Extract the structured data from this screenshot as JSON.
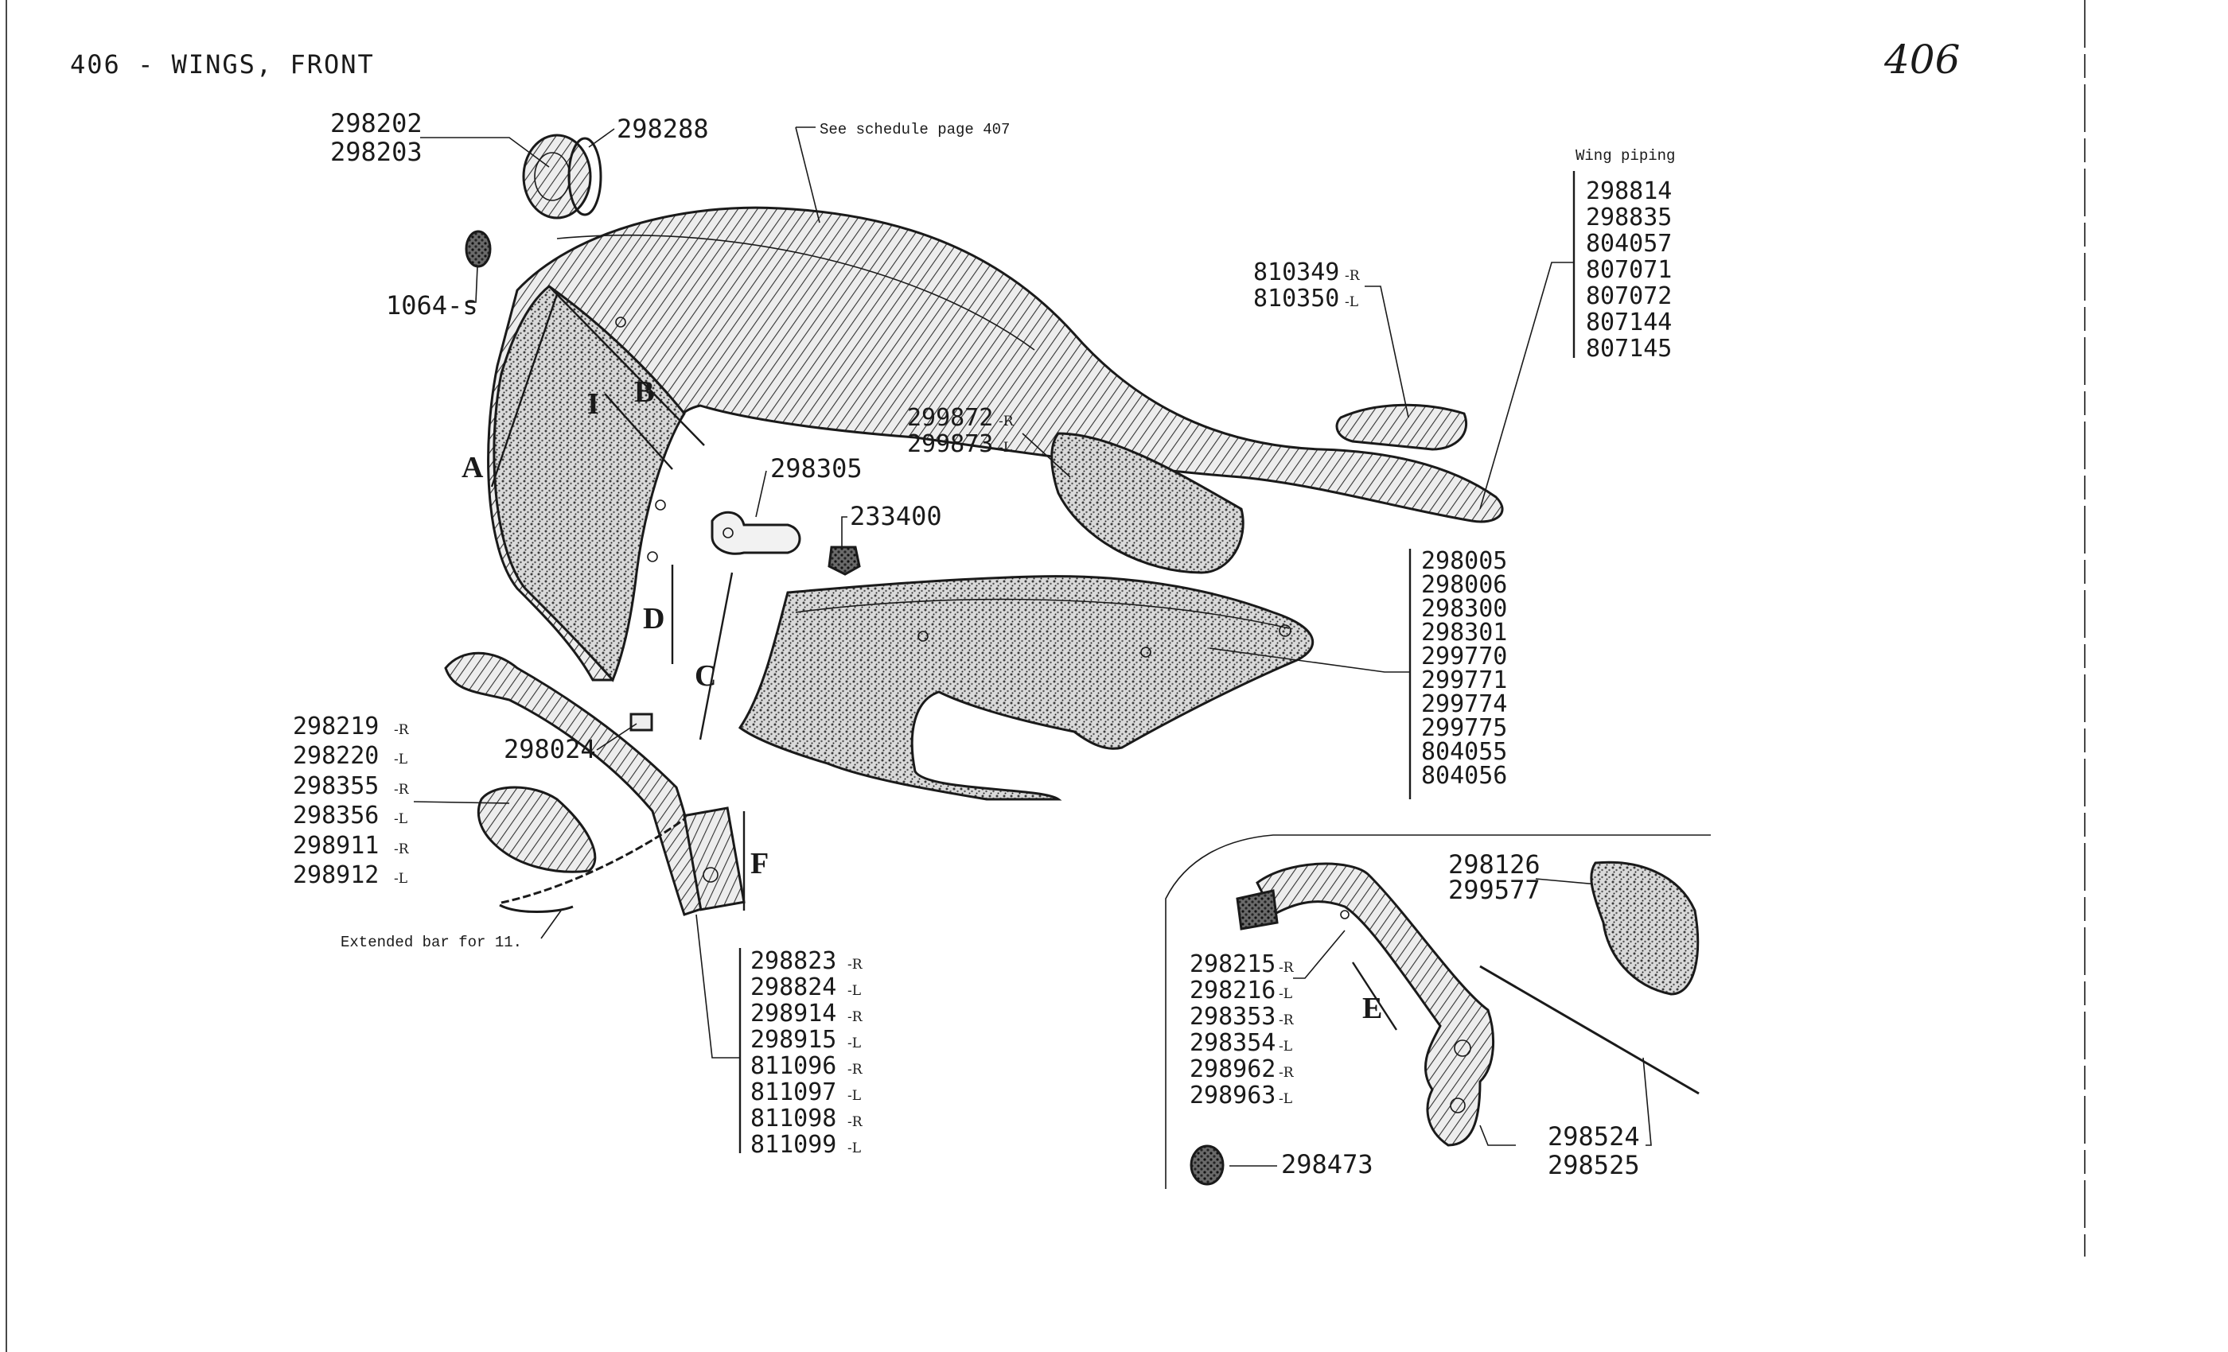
{
  "page_title": "406 - WINGS, FRONT",
  "page_number_handwritten": "406",
  "notes": {
    "schedule_ref": "See schedule page 407",
    "wing_piping": "Wing piping",
    "extended_bar": "Extended bar for 11."
  },
  "dimension_letters": [
    "A",
    "B",
    "C",
    "D",
    "E",
    "F",
    "I"
  ],
  "labels": {
    "p298202": "298202",
    "p298203": "298203",
    "p298288": "298288",
    "p1064s": "1064-s",
    "p298305": "298305",
    "p233400": "233400",
    "p298024": "298024",
    "p298126": "298126",
    "p299577": "299577",
    "p298473": "298473",
    "p298524": "298524",
    "p298525": "298525"
  },
  "groups": {
    "wing_piping_list": [
      "298814",
      "298835",
      "804057",
      "807071",
      "807072",
      "807144",
      "807145"
    ],
    "stay_810": [
      {
        "part": "810349",
        "side": "-R"
      },
      {
        "part": "810350",
        "side": "-L"
      }
    ],
    "valance_pad": [
      {
        "part": "299872",
        "side": "-R"
      },
      {
        "part": "299873",
        "side": "-L"
      }
    ],
    "valance_list": [
      "298005",
      "298006",
      "298300",
      "298301",
      "299770",
      "299771",
      "299774",
      "299775",
      "804055",
      "804056"
    ],
    "bracket_left": [
      {
        "part": "298219",
        "side": "-R"
      },
      {
        "part": "298220",
        "side": "-L"
      },
      {
        "part": "298355",
        "side": "-R"
      },
      {
        "part": "298356",
        "side": "-L"
      },
      {
        "part": "298911",
        "side": "-R"
      },
      {
        "part": "298912",
        "side": "-L"
      }
    ],
    "bracket_bottom": [
      {
        "part": "298823",
        "side": "-R"
      },
      {
        "part": "298824",
        "side": "-L"
      },
      {
        "part": "298914",
        "side": "-R"
      },
      {
        "part": "298915",
        "side": "-L"
      },
      {
        "part": "811096",
        "side": "-R"
      },
      {
        "part": "811097",
        "side": "-L"
      },
      {
        "part": "811098",
        "side": "-R"
      },
      {
        "part": "811099",
        "side": "-L"
      }
    ],
    "inset_bracket": [
      {
        "part": "298215",
        "side": "-R"
      },
      {
        "part": "298216",
        "side": "-L"
      },
      {
        "part": "298353",
        "side": "-R"
      },
      {
        "part": "298354",
        "side": "-L"
      },
      {
        "part": "298962",
        "side": "-R"
      },
      {
        "part": "298963",
        "side": "-L"
      }
    ]
  }
}
